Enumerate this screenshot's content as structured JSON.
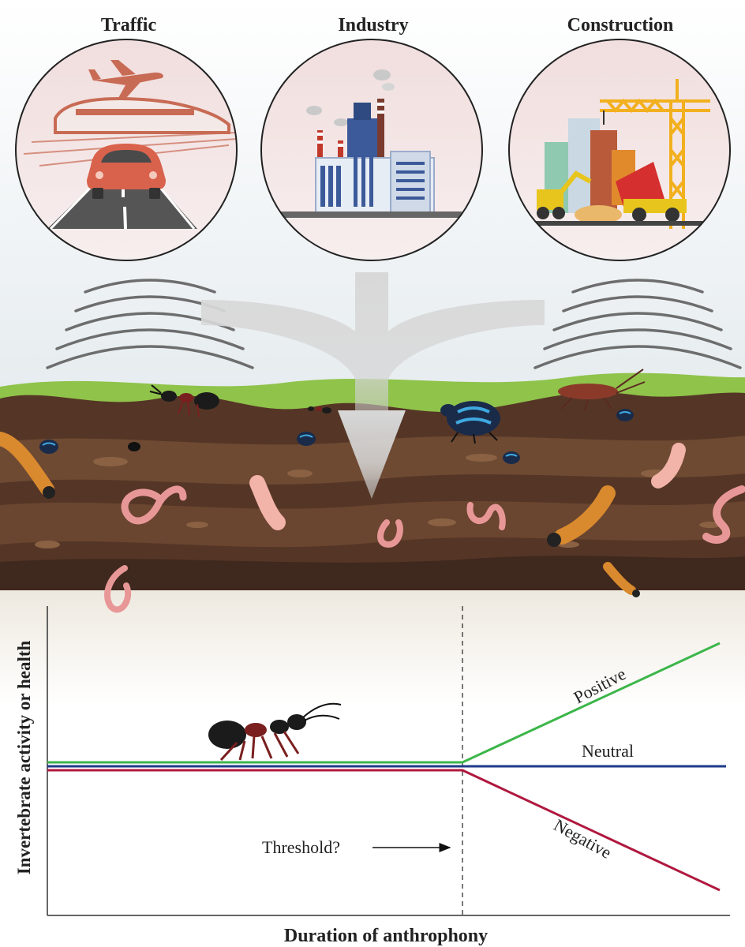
{
  "sources": [
    {
      "id": "traffic",
      "label": "Traffic"
    },
    {
      "id": "industry",
      "label": "Industry"
    },
    {
      "id": "construction",
      "label": "Construction"
    }
  ],
  "graph": {
    "ylabel": "Invertebrate activity or health",
    "xlabel": "Duration of anthrophony",
    "threshold_label": "Threshold?",
    "lines": [
      {
        "name": "Positive",
        "color": "#3cb64a"
      },
      {
        "name": "Neutral",
        "color": "#1f3a8a"
      },
      {
        "name": "Negative",
        "color": "#b0183e"
      }
    ]
  },
  "icons": [
    "airplane-icon",
    "train-icon",
    "car-icon",
    "factory-icon",
    "crane-icon",
    "dump-truck-icon",
    "excavator-icon",
    "sound-wave-icon",
    "ant-icon",
    "beetle-icon",
    "cockroach-icon",
    "worm-icon",
    "larva-icon"
  ],
  "colors": {
    "grass": "#8fc34a",
    "soil_dark": "#4b2f22",
    "soil_mid": "#6b4530",
    "arrow": "#d9d9d9",
    "circle_fill": "#f3e4e4"
  }
}
